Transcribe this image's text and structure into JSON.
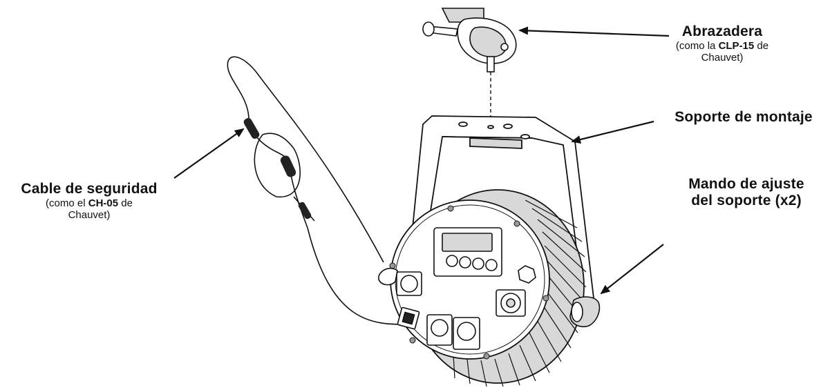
{
  "labels": {
    "clamp": {
      "title": "Abrazadera",
      "sub_prefix": "(como la ",
      "sub_bold": "CLP-15",
      "sub_suffix": " de",
      "sub_line2": "Chauvet)"
    },
    "bracket": {
      "title": "Soporte de montaje"
    },
    "knob": {
      "title_line1": "Mando de ajuste",
      "title_line2": "del soporte (x2)"
    },
    "cable": {
      "title": "Cable de seguridad",
      "sub_prefix": "(como el ",
      "sub_bold": "CH-05",
      "sub_suffix": " de",
      "sub_line2": "Chauvet)"
    }
  },
  "colors": {
    "line": "#111111",
    "fill": "#ffffff",
    "shade": "#d8d8d8",
    "dark": "#222222"
  }
}
